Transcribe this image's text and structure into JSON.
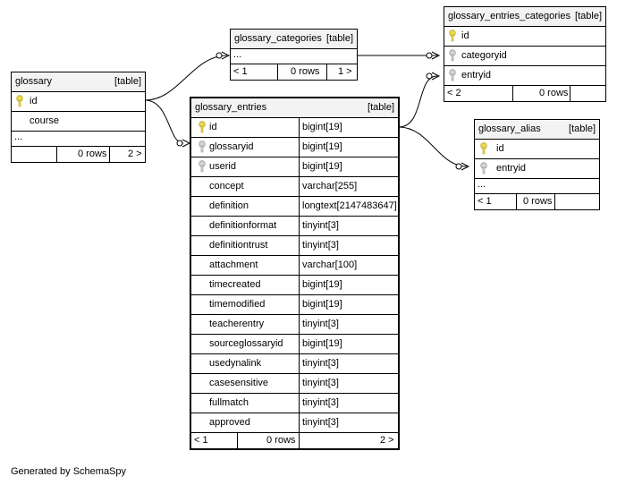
{
  "glossary": {
    "name": "glossary",
    "tag": "[table]",
    "rows": [
      {
        "col": "id"
      },
      {
        "col": "course"
      }
    ],
    "ellipsis": "...",
    "foot": {
      "left": "",
      "mid": "0 rows",
      "right": "2 >"
    }
  },
  "glossary_categories": {
    "name": "glossary_categories",
    "tag": "[table]",
    "ellipsis": "...",
    "foot": {
      "left": "< 1",
      "mid": "0 rows",
      "right": "1 >"
    }
  },
  "glossary_entries_categories": {
    "name": "glossary_entries_categories",
    "tag": "[table]",
    "rows": [
      {
        "col": "id"
      },
      {
        "col": "categoryid"
      },
      {
        "col": "entryid"
      }
    ],
    "foot": {
      "left": "< 2",
      "mid": "0 rows",
      "right": ""
    }
  },
  "glossary_alias": {
    "name": "glossary_alias",
    "tag": "[table]",
    "rows": [
      {
        "col": "id"
      },
      {
        "col": "entryid"
      }
    ],
    "ellipsis": "...",
    "foot": {
      "left": "< 1",
      "mid": "0 rows",
      "right": ""
    }
  },
  "glossary_entries": {
    "name": "glossary_entries",
    "tag": "[table]",
    "rows": [
      {
        "col": "id",
        "type": "bigint[19]"
      },
      {
        "col": "glossaryid",
        "type": "bigint[19]"
      },
      {
        "col": "userid",
        "type": "bigint[19]"
      },
      {
        "col": "concept",
        "type": "varchar[255]"
      },
      {
        "col": "definition",
        "type": "longtext[2147483647]"
      },
      {
        "col": "definitionformat",
        "type": "tinyint[3]"
      },
      {
        "col": "definitiontrust",
        "type": "tinyint[3]"
      },
      {
        "col": "attachment",
        "type": "varchar[100]"
      },
      {
        "col": "timecreated",
        "type": "bigint[19]"
      },
      {
        "col": "timemodified",
        "type": "bigint[19]"
      },
      {
        "col": "teacherentry",
        "type": "tinyint[3]"
      },
      {
        "col": "sourceglossaryid",
        "type": "bigint[19]"
      },
      {
        "col": "usedynalink",
        "type": "tinyint[3]"
      },
      {
        "col": "casesensitive",
        "type": "tinyint[3]"
      },
      {
        "col": "fullmatch",
        "type": "tinyint[3]"
      },
      {
        "col": "approved",
        "type": "tinyint[3]"
      }
    ],
    "foot": {
      "left": "< 1",
      "mid": "0 rows",
      "right": "2 >"
    }
  },
  "credit": "Generated by SchemaSpy",
  "colors": {
    "primary_key": "#ecd84a",
    "foreign_key": "#bdbdbd",
    "header_bg": "#f3f3f3"
  }
}
